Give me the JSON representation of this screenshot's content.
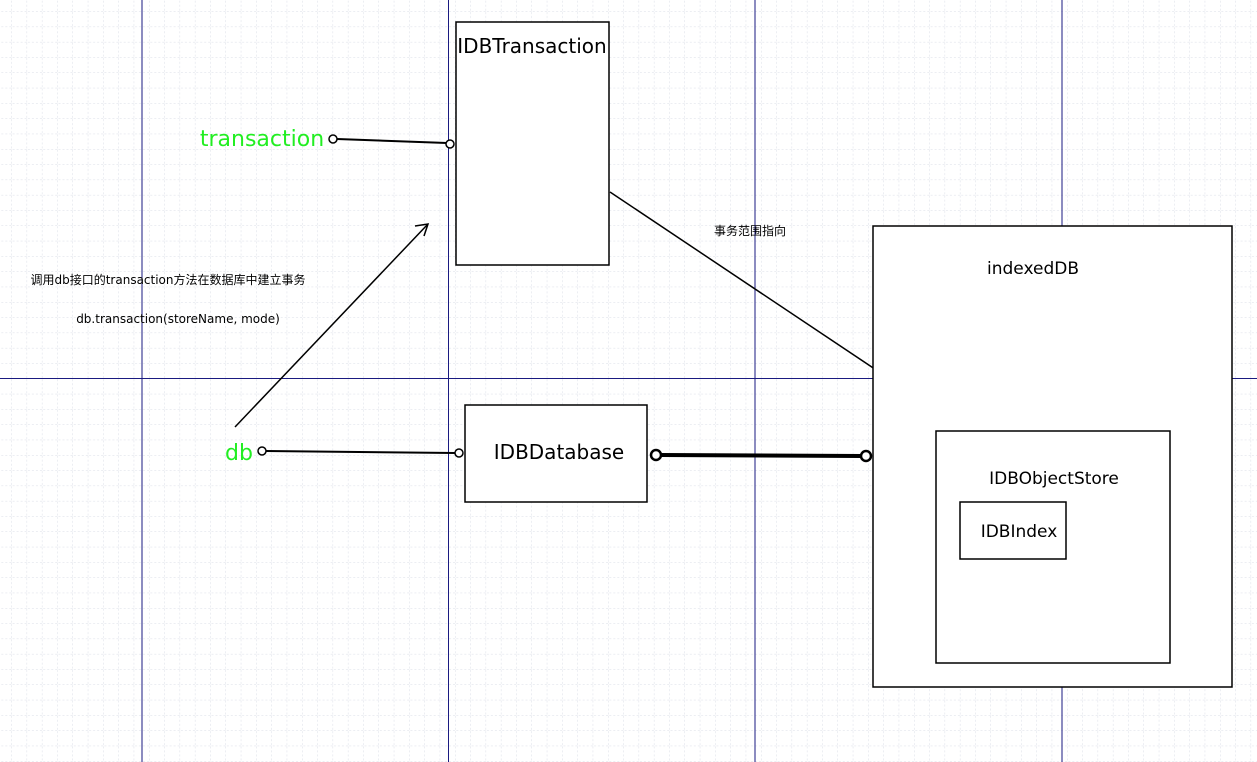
{
  "nodes": {
    "idbtransaction": {
      "label": "IDBTransaction"
    },
    "idbdatabase": {
      "label": "IDBDatabase"
    },
    "indexeddb": {
      "label": "indexedDB"
    },
    "idbobjectstore": {
      "label": "IDBObjectStore"
    },
    "idbindex": {
      "label": "IDBIndex"
    }
  },
  "labels": {
    "transaction_var": "transaction",
    "db_var": "db",
    "scope_note": "事务范围指向",
    "create_note": "调用db接口的transaction方法在数据库中建立事务",
    "call_example": "db.transaction(storeName, mode)"
  },
  "colors": {
    "variable_text": "#22ee22",
    "grid_minor": "#d8dce6",
    "grid_major": "#1a1a80",
    "stroke": "#000000"
  }
}
